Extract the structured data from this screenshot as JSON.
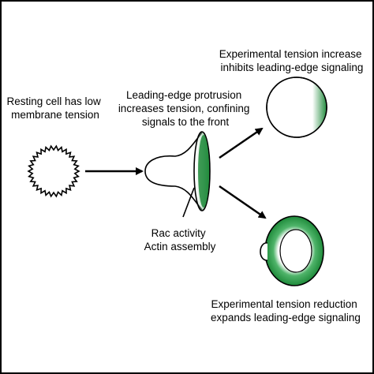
{
  "labels": {
    "resting": [
      "Resting cell has low",
      "membrane tension"
    ],
    "protrusion": [
      "Leading-edge protrusion",
      "increases tension, confining",
      "signals to the front"
    ],
    "increase": [
      "Experimental tension increase",
      "inhibits leading-edge signaling"
    ],
    "rac": [
      "Rac activity",
      "Actin assembly"
    ],
    "reduction": [
      "Experimental tension reduction",
      "expands leading-edge signaling"
    ]
  },
  "colors": {
    "signal_green": "#1e8a3a",
    "outline": "#000000",
    "background": "#ffffff"
  }
}
